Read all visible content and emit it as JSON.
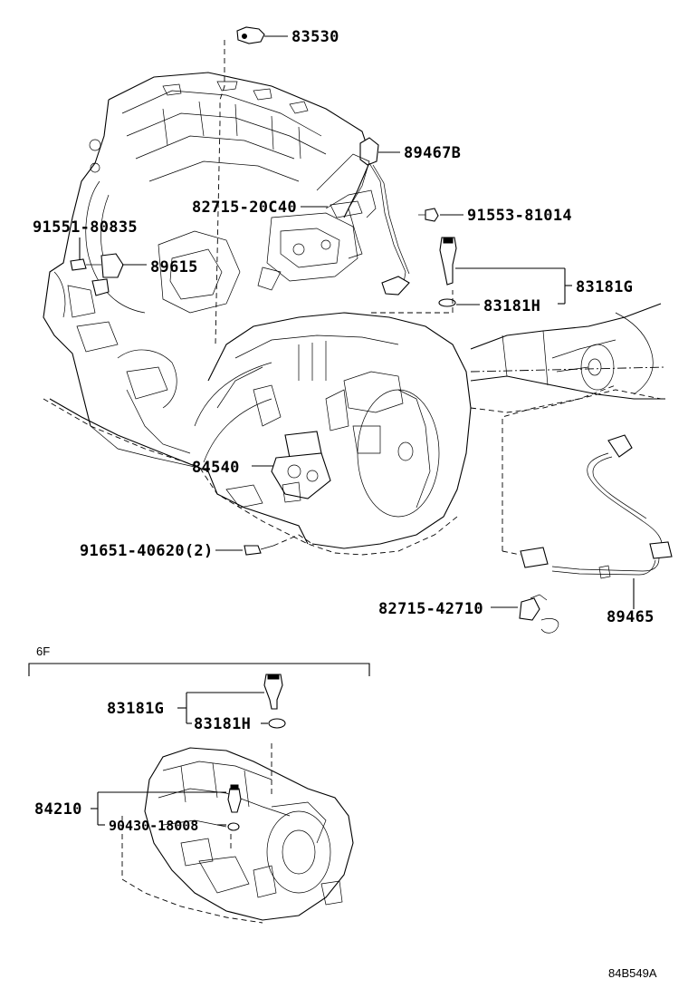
{
  "diagram": {
    "parts": {
      "p83530": "83530",
      "p89467B": "89467B",
      "p82715_20C40": "82715-20C40",
      "p91553_81014": "91553-81014",
      "p91551_80835": "91551-80835",
      "p89615": "89615",
      "p83181G_top": "83181G",
      "p83181H_top": "83181H",
      "p84540": "84540",
      "p91651_40620": "91651-40620(2)",
      "p82715_42710": "82715-42710",
      "p89465": "89465",
      "p83181G_bot": "83181G",
      "p83181H_bot": "83181H",
      "p84210": "84210",
      "p90430_18008": "90430-18008"
    },
    "variant_label": "6F",
    "figure_code": "84B549A"
  }
}
